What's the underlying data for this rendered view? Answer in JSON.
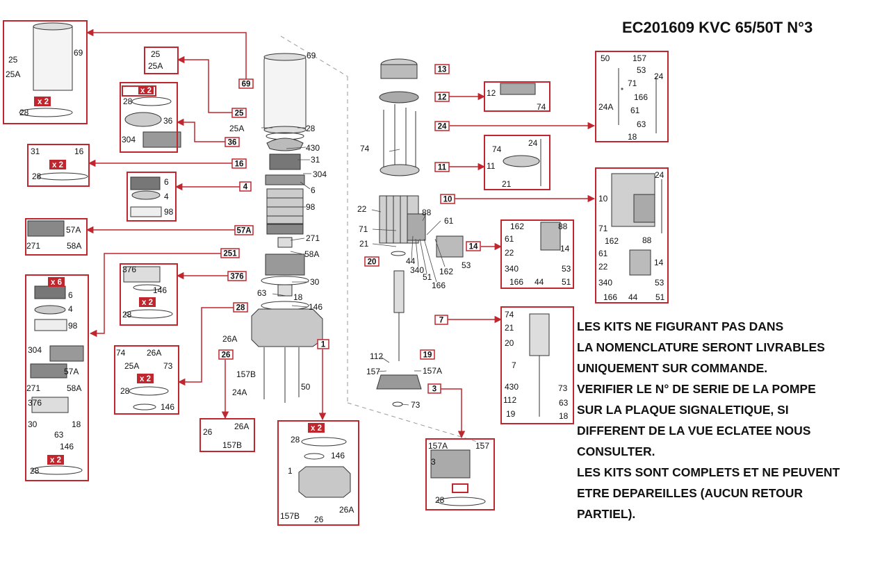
{
  "title": "EC201609 KVC 65/50T N°3",
  "notes": [
    "LES KITS NE FIGURANT PAS DANS",
    "LA NOMENCLATURE SERONT LIVRABLES",
    "UNIQUEMENT SUR COMMANDE.",
    "VERIFIER LE N° DE SERIE DE LA POMPE",
    "SUR LA PLAQUE SIGNALETIQUE, SI",
    "DIFFERENT DE LA VUE ECLATEE NOUS",
    "CONSULTER.",
    "LES KITS SONT COMPLETS ET NE PEUVENT",
    "ETRE DEPAREILLES (AUCUN RETOUR",
    "PARTIEL)."
  ],
  "kit_tags": [
    "69",
    "25",
    "36",
    "16",
    "4",
    "57A",
    "251",
    "376",
    "28",
    "1",
    "26",
    "13",
    "12",
    "24",
    "11",
    "10",
    "14",
    "20",
    "7",
    "19",
    "3"
  ],
  "qty_tags": [
    "x 2",
    "x 2",
    "x 2",
    "x 6",
    "x 2",
    "x 2",
    "x 2",
    "x 2"
  ],
  "part_labels": [
    "25",
    "25A",
    "69",
    "28",
    "25",
    "25A",
    "28",
    "36",
    "304",
    "31",
    "16",
    "28",
    "6",
    "4",
    "98",
    "57A",
    "271",
    "58A",
    "376",
    "146",
    "28",
    "6",
    "4",
    "98",
    "304",
    "57A",
    "271",
    "58A",
    "376",
    "30",
    "18",
    "63",
    "146",
    "28",
    "74",
    "26A",
    "25A",
    "73",
    "28",
    "146",
    "26",
    "26A",
    "157B",
    "28",
    "146",
    "1",
    "157B",
    "26",
    "26A",
    "69",
    "25A",
    "28",
    "430",
    "31",
    "304",
    "6",
    "98",
    "271",
    "58A",
    "30",
    "63",
    "18",
    "146",
    "26A",
    "157B",
    "24A",
    "50",
    "74",
    "22",
    "71",
    "21",
    "88",
    "61",
    "44",
    "340",
    "51",
    "166",
    "162",
    "53",
    "112",
    "157",
    "157A",
    "73",
    "12",
    "74",
    "50",
    "157",
    "53",
    "24",
    "71",
    "166",
    "24A",
    "61",
    "63",
    "18",
    "74",
    "24",
    "11",
    "21",
    "24",
    "10",
    "71",
    "162",
    "88",
    "61",
    "22",
    "14",
    "340",
    "53",
    "166",
    "44",
    "51",
    "162",
    "88",
    "61",
    "14",
    "22",
    "340",
    "53",
    "166",
    "44",
    "51",
    "74",
    "21",
    "20",
    "7",
    "430",
    "73",
    "112",
    "63",
    "19",
    "18",
    "157A",
    "157",
    "3",
    "28"
  ]
}
